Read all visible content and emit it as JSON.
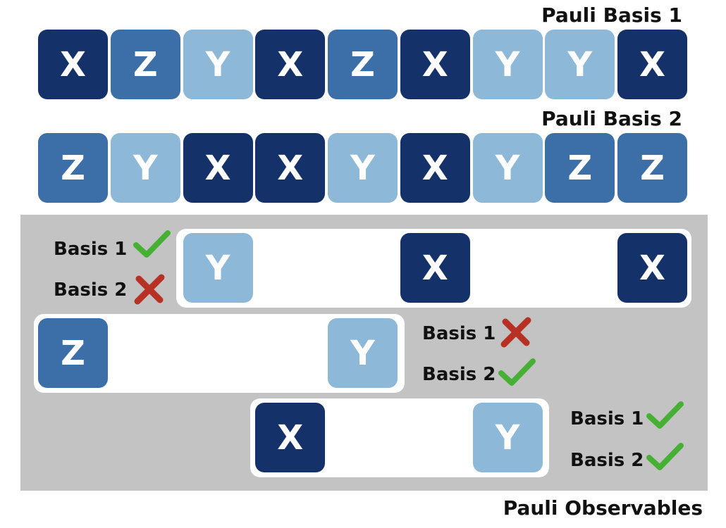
{
  "colors": {
    "X": "#15316a",
    "Z": "#3c6ea8",
    "Y": "#8db8d8",
    "check": "#46b035",
    "cross": "#b73225",
    "panel": "#c3c3c3"
  },
  "basis1": {
    "title": "Pauli Basis 1",
    "ops": [
      "X",
      "Z",
      "Y",
      "X",
      "Z",
      "X",
      "Y",
      "Y",
      "X"
    ]
  },
  "basis2": {
    "title": "Pauli Basis 2",
    "ops": [
      "Z",
      "Y",
      "X",
      "X",
      "Y",
      "X",
      "Y",
      "Z",
      "Z"
    ]
  },
  "observables": {
    "title": "Pauli Observables",
    "items": [
      {
        "ops": [
          "Y",
          "X",
          "X"
        ],
        "basis1": {
          "label": "Basis 1",
          "status": "check-icon"
        },
        "basis2": {
          "label": "Basis 2",
          "status": "cross-icon"
        }
      },
      {
        "ops": [
          "Z",
          "Y"
        ],
        "basis1": {
          "label": "Basis 1",
          "status": "cross-icon"
        },
        "basis2": {
          "label": "Basis 2",
          "status": "check-icon"
        }
      },
      {
        "ops": [
          "X",
          "Y"
        ],
        "basis1": {
          "label": "Basis 1",
          "status": "check-icon"
        },
        "basis2": {
          "label": "Basis 2",
          "status": "check-icon"
        }
      }
    ]
  }
}
